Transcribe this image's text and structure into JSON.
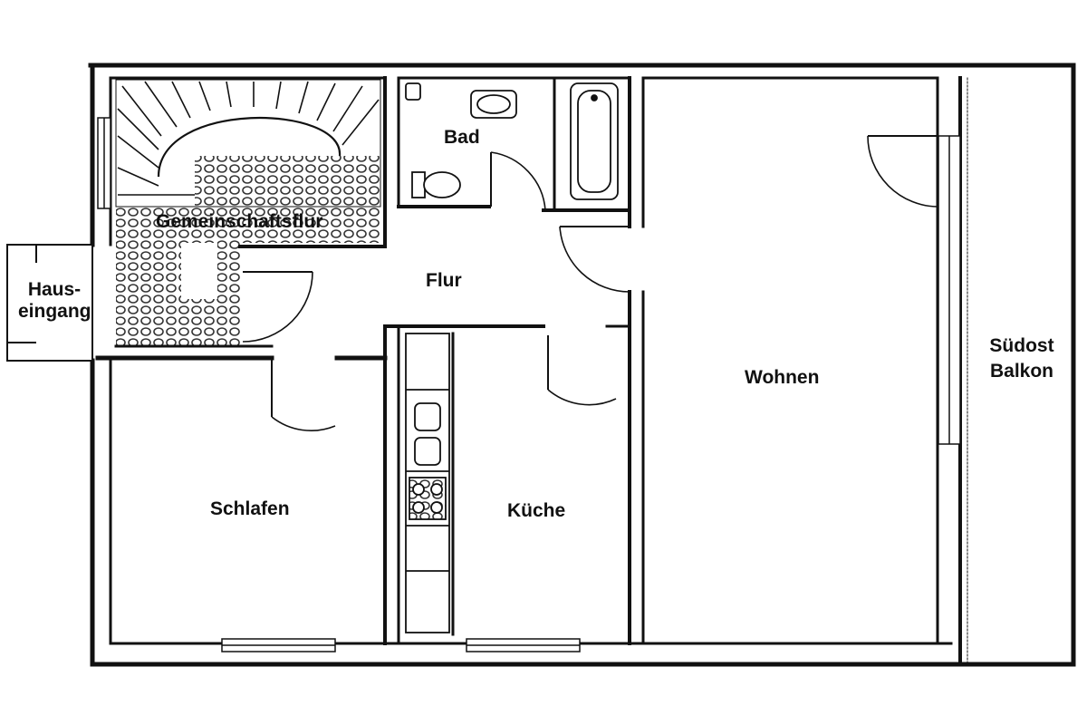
{
  "rooms": {
    "stair_hall": "Gemeinschaftsflur",
    "entrance_line1": "Haus-",
    "entrance_line2": "eingang",
    "bathroom": "Bad",
    "hallway": "Flur",
    "living": "Wohnen",
    "bedroom": "Schlafen",
    "kitchen": "Küche",
    "balcony_line1": "Südost",
    "balcony_line2": "Balkon"
  },
  "colors": {
    "wall": "#111111",
    "background": "#ffffff",
    "tile": "#333333"
  }
}
